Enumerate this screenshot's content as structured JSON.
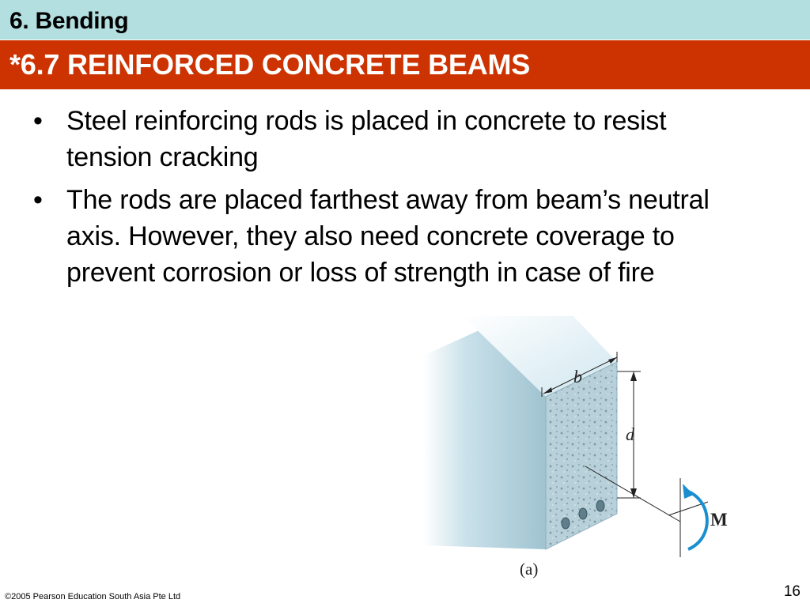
{
  "header": {
    "chapter": "6. Bending",
    "title": "*6.7 REINFORCED CONCRETE BEAMS"
  },
  "bullets": [
    "Steel reinforcing rods is placed in concrete to resist tension cracking",
    "The rods are placed farthest away from beam’s neutral axis. However, they also need concrete coverage to prevent corrosion or loss of strength in case of fire"
  ],
  "figure": {
    "label_b": "b",
    "label_d": "d",
    "label_m": "M",
    "caption": "(a)"
  },
  "footer": {
    "copyright": "©2005 Pearson Education South Asia Pte Ltd",
    "page_number": "16"
  },
  "colors": {
    "top_band": "#b3dfe0",
    "title_bar": "#cc3300",
    "moment_arrow": "#1a8fd0"
  }
}
